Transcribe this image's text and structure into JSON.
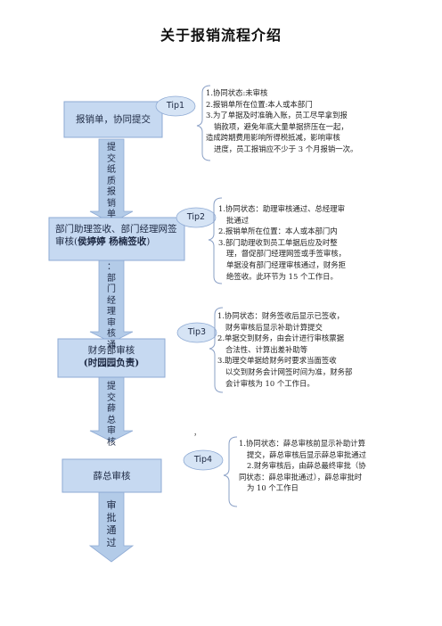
{
  "title": "关于报销流程介绍",
  "steps": [
    {
      "label": "报销单，协同提交"
    },
    {
      "label_line1": "部门助理签收、部门经理网签",
      "label_prefix": "审核(",
      "label_bold": "侯婷婷  杨楠签收",
      "label_suffix": ")"
    },
    {
      "label_line1": "财务部审核",
      "label_bold": "(时园园负责)"
    },
    {
      "label": "薛总审核"
    }
  ],
  "arrows": [
    "提交纸质报销单",
    "：部门经理审核通",
    "提交薛总审核",
    "审批通过"
  ],
  "tips": [
    "Tip1",
    "Tip2",
    "Tip3",
    "Tip4"
  ],
  "notes": [
    [
      "1.协同状态:未审核",
      "2.报销单所在位置:本人或本部门",
      "3.为了单据及时准确入账，员工尽早拿到报",
      "销款项，避免年底大量单据挤压在一起，",
      "造成跨期费用影响所得税抵减，影响审核",
      "进度，员工报销应不少于 3 个月报销一次。"
    ],
    [
      "1.协同状态：助理审核通过、总经理审",
      "批通过",
      "2.报销单所在位置：本人或本部门内",
      "3.部门助理收到员工单据后应及时整",
      "理，督促部门经理网签或手签审核，",
      "单据没有部门经理审核通过，财务拒",
      "绝签收。此环节为 15 个工作日。"
    ],
    [
      "1.协同状态：财务签收后显示已签收，",
      "财务审核后显示补助计算提交",
      "2.单据交到财务，由会计进行审核票据",
      "合法性、计算出差补助等",
      "3.助理交单据给财务时要求当面签收",
      "以交到财务会计网签时间为准，财务部",
      "会计审核为 10 个工作日。"
    ],
    [
      "1.协同状态：薛总审核前显示补助计算",
      "提交，薛总审核后显示薛总审批通过",
      "2.财务审核后，由薛总最终审批（协",
      "同状态：薛总审批通过），薛总审批时",
      "为 10 个工作日"
    ]
  ],
  "dot": "，",
  "colors": {
    "box_fill": "#c6d9f1",
    "box_stroke": "#8eaad4",
    "arrow_fill": "#b3cbe8",
    "tip_fill": "#d6e4f5",
    "bracket": "#8aa0c6"
  }
}
